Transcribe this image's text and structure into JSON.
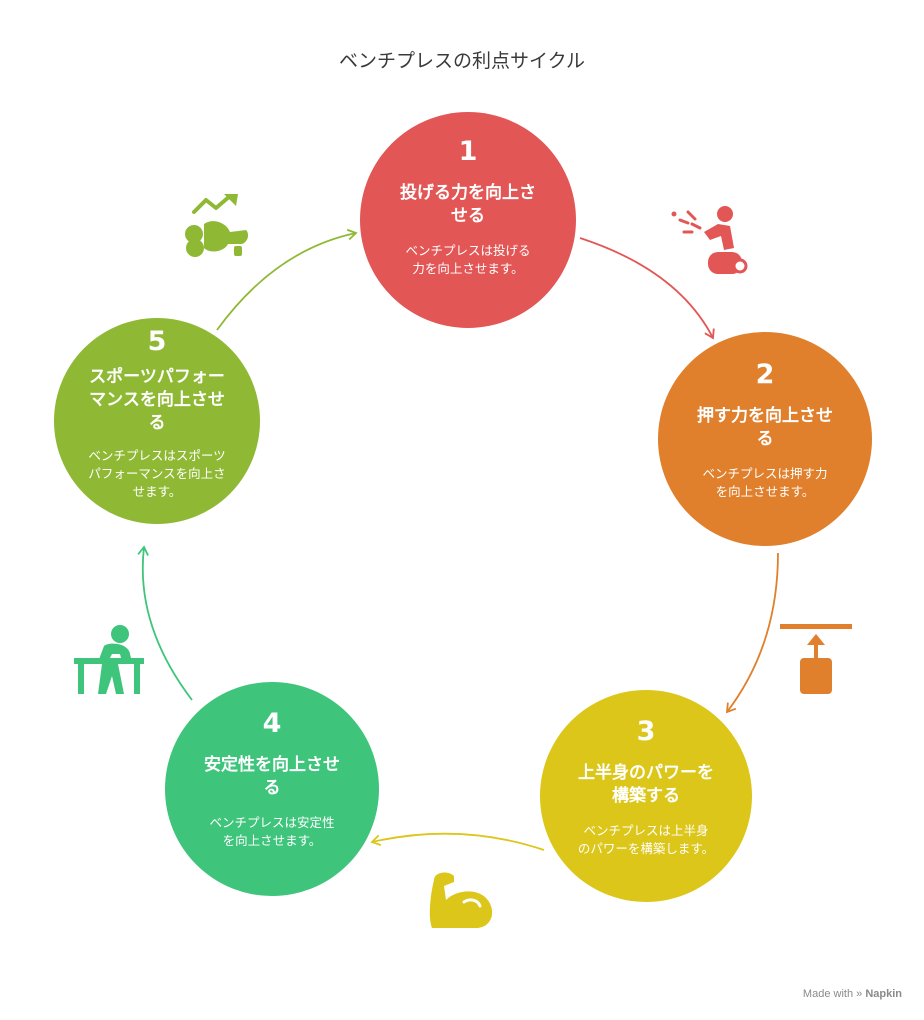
{
  "title": "ベンチプレスの利点サイクル",
  "colors": {
    "step1": "#e35656",
    "step2": "#e07f2c",
    "step3": "#dcc61a",
    "step4": "#3ec47b",
    "step5": "#8fb935"
  },
  "steps": [
    {
      "number": "1",
      "heading_lines": [
        "投げる力を向上さ",
        "せる"
      ],
      "desc_lines": [
        "ベンチプレスは投げる",
        "力を向上させます。"
      ],
      "icon": "throwing-person-icon"
    },
    {
      "number": "2",
      "heading_lines": [
        "押す力を向上させ",
        "る"
      ],
      "desc_lines": [
        "ベンチプレスは押す力",
        "を向上させます。"
      ],
      "icon": "barbell-push-icon"
    },
    {
      "number": "3",
      "heading_lines": [
        "上半身のパワーを",
        "構築する"
      ],
      "desc_lines": [
        "ベンチプレスは上半身",
        "のパワーを構築します。"
      ],
      "icon": "flexed-bicep-icon"
    },
    {
      "number": "4",
      "heading_lines": [
        "安定性を向上させ",
        "る"
      ],
      "desc_lines": [
        "ベンチプレスは安定性",
        "を向上させます。"
      ],
      "icon": "person-at-table-icon"
    },
    {
      "number": "5",
      "heading_lines": [
        "スポーツパフォー",
        "マンスを向上させ",
        "る"
      ],
      "desc_lines": [
        "ベンチプレスはスポーツ",
        "パフォーマンスを向上さ",
        "せます。"
      ],
      "icon": "performance-trend-icon"
    }
  ],
  "footer": {
    "made_with": "Made with",
    "brand": "Napkin"
  }
}
